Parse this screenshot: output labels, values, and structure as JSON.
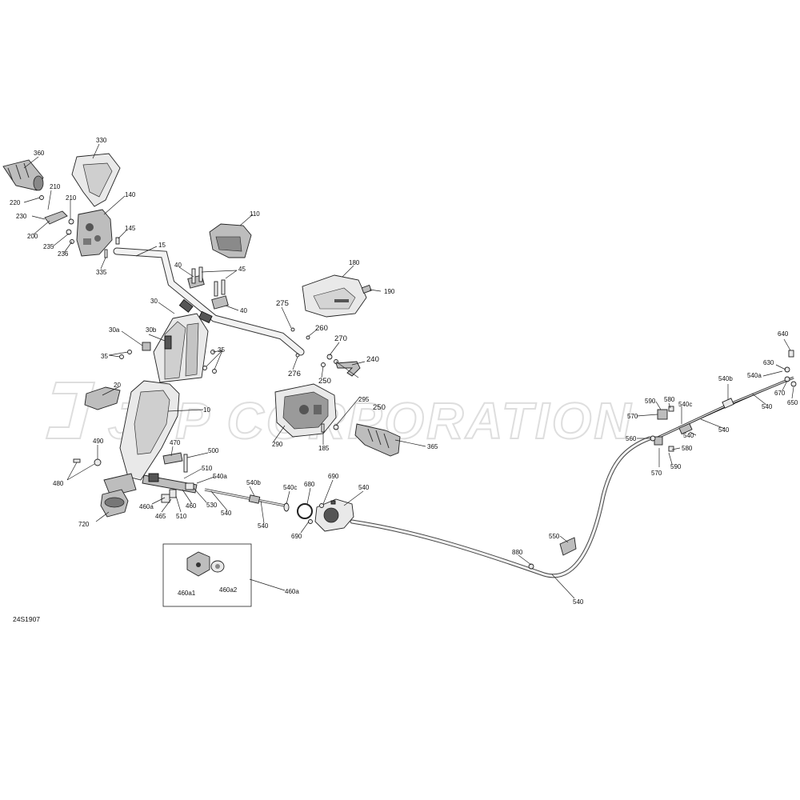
{
  "watermark": "JSP CORPORATION",
  "figure_ref": "24S1907",
  "callouts": {
    "c360": "360",
    "c330": "330",
    "c220": "220",
    "c210a": "210",
    "c210b": "210",
    "c230": "230",
    "c200": "200",
    "c235": "235",
    "c236": "236",
    "c140": "140",
    "c145": "145",
    "c335": "335",
    "c15": "15",
    "c110": "110",
    "c40a": "40",
    "c45": "45",
    "c40b": "40",
    "c180": "180",
    "c190": "190",
    "c30": "30",
    "c30a": "30a",
    "c30b": "30b",
    "c35a": "35",
    "c35b": "35",
    "c275": "275",
    "c260": "260",
    "c270": "270",
    "c276": "276",
    "c240": "240",
    "c250a": "250",
    "c295": "295",
    "c250b": "250",
    "c290": "290",
    "c185": "185",
    "c365": "365",
    "c20": "20",
    "c10": "10",
    "c490": "490",
    "c480": "480",
    "c470": "470",
    "c500": "500",
    "c510a": "510",
    "c540a": "540a",
    "c460a": "460a",
    "c465": "465",
    "c460": "460",
    "c510b": "510",
    "c530": "530",
    "c540_1": "540",
    "c540b_1": "540b",
    "c540_2": "540",
    "c540c_1": "540c",
    "c680": "680",
    "c690a": "690",
    "c540_3": "540",
    "c690b": "690",
    "c720": "720",
    "c460a1": "460a1",
    "c460a2": "460a2",
    "c460a_box": "460a",
    "c880": "880",
    "c550": "550",
    "c540_4": "540",
    "c560": "560",
    "c590a": "590",
    "c580a": "580",
    "c570a": "570",
    "c540c_2": "540c",
    "c540_5": "540",
    "c580b": "580",
    "c570b": "570",
    "c590b": "590",
    "c540b_2": "540b",
    "c540_6": "540",
    "c540a_2": "540a",
    "c630": "630",
    "c640": "640",
    "c670": "670",
    "c650": "650",
    "c540_7": "540"
  }
}
